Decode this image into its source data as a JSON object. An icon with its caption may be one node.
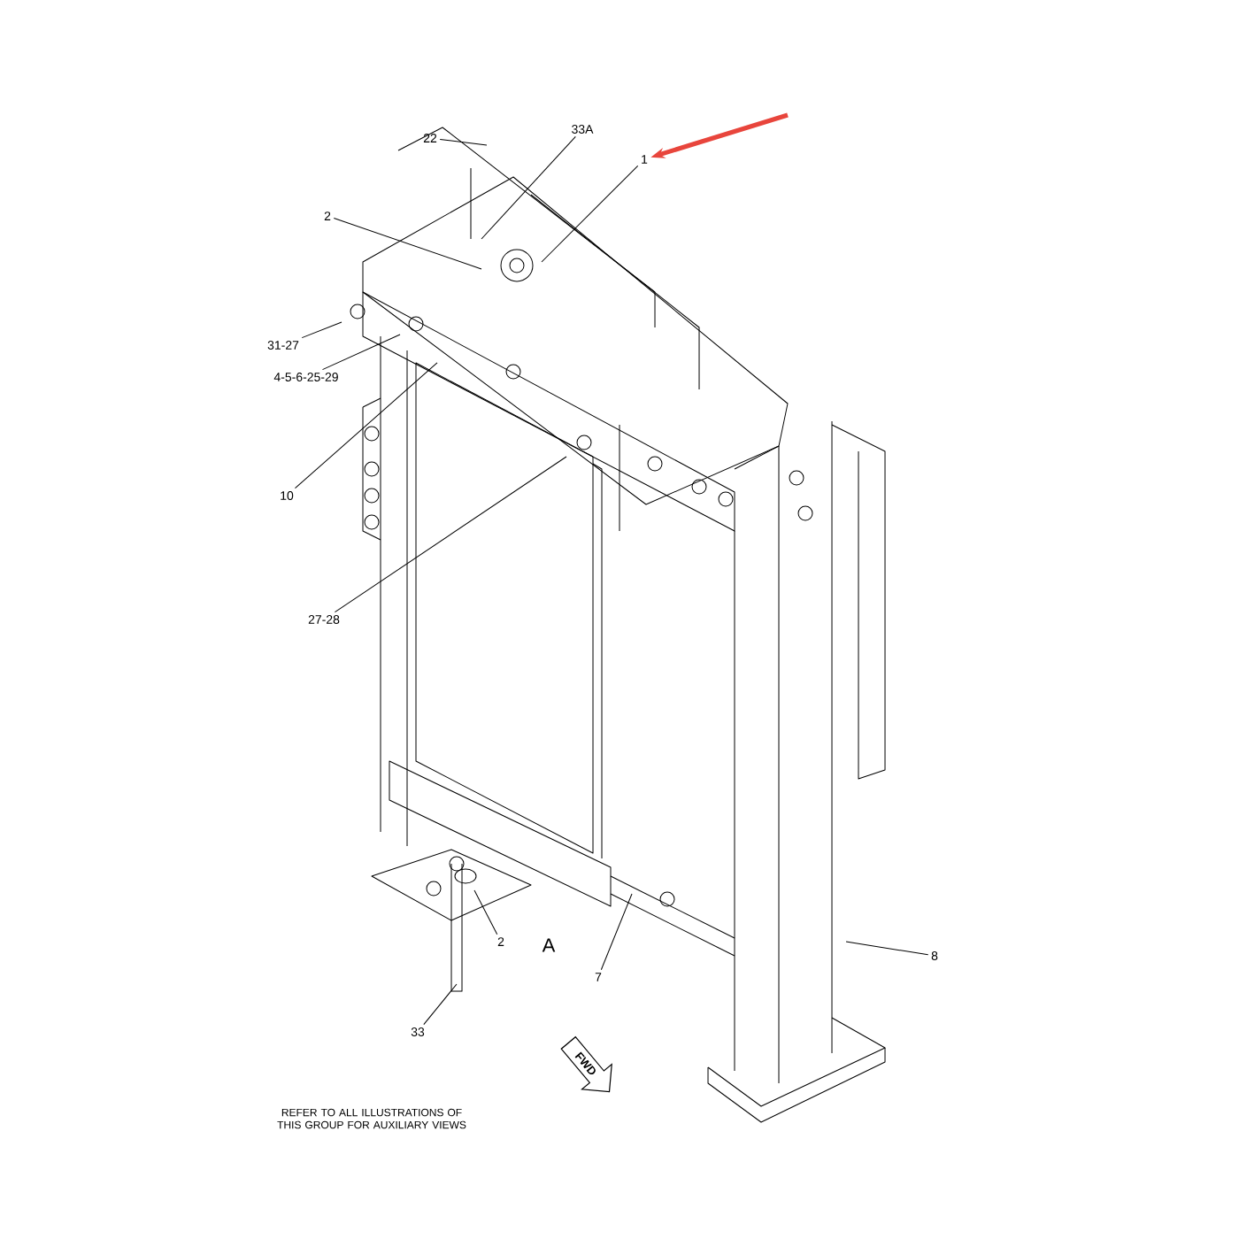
{
  "diagram": {
    "nodes": [
      {
        "text": [
          "22"
        ]
      },
      {
        "text": [
          "33A"
        ]
      },
      {
        "text": [
          "1"
        ]
      },
      {
        "text": [
          "2"
        ]
      },
      {
        "text": [
          "31-27"
        ]
      },
      {
        "text": [
          "4-5-6-25-29"
        ]
      },
      {
        "text": [
          "10"
        ]
      },
      {
        "text": [
          "27-28"
        ]
      },
      {
        "text": [
          "2"
        ]
      },
      {
        "text": [
          "8"
        ]
      },
      {
        "text": [
          "7"
        ]
      },
      {
        "text": [
          "33"
        ]
      }
    ],
    "edges": [
      {
        "from": 0,
        "to": null,
        "arrow": "none"
      },
      {
        "from": 1,
        "to": null,
        "arrow": "none"
      },
      {
        "from": 2,
        "to": null,
        "arrow": "none"
      },
      {
        "from": 3,
        "to": null,
        "arrow": "none"
      },
      {
        "from": 4,
        "to": null,
        "arrow": "none"
      },
      {
        "from": 5,
        "to": null,
        "arrow": "none"
      },
      {
        "from": 6,
        "to": null,
        "arrow": "none"
      },
      {
        "from": 7,
        "to": null,
        "arrow": "none"
      },
      {
        "from": 8,
        "to": null,
        "arrow": "none"
      },
      {
        "from": 9,
        "to": null,
        "arrow": "none"
      },
      {
        "from": 10,
        "to": null,
        "arrow": "none"
      },
      {
        "from": 11,
        "to": null,
        "arrow": "none"
      },
      {
        "from": null,
        "to": 2,
        "arrow": "to",
        "style": "thick",
        "color": "#e8453c"
      }
    ],
    "labels": [
      "A",
      "FWD",
      "REFER TO ALL ILLUSTRATIONS OF THIS GROUP FOR AUXILIARY VIEWS"
    ]
  }
}
